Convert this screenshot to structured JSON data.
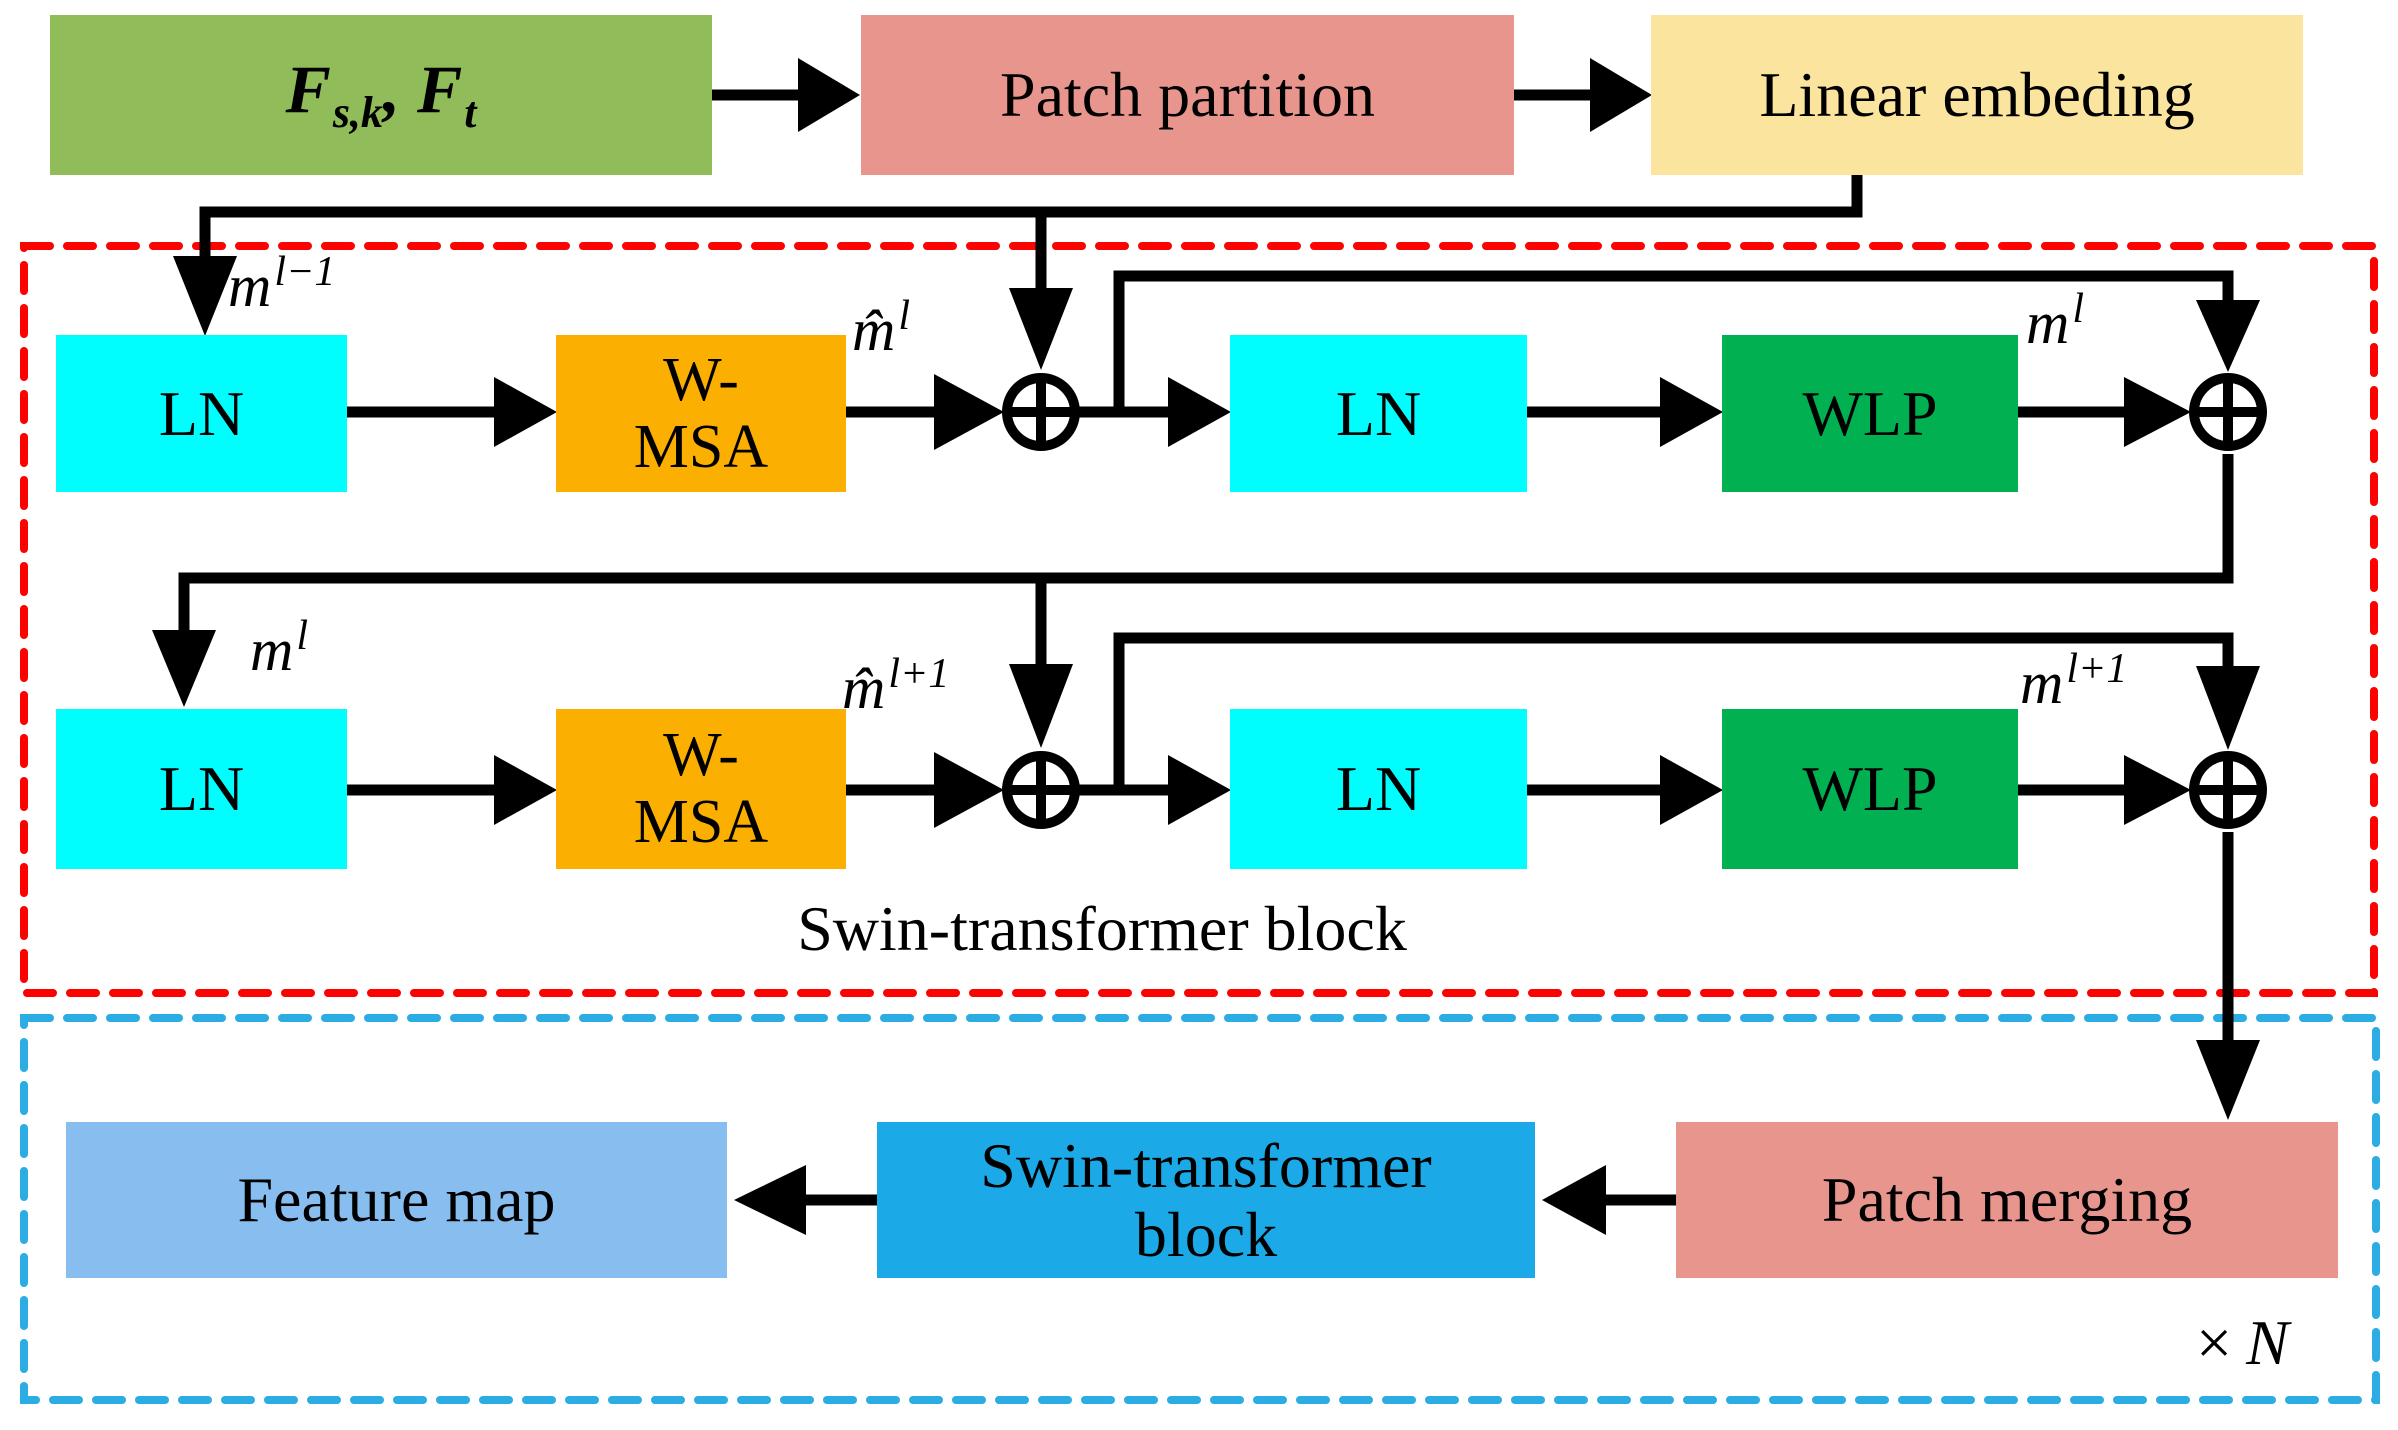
{
  "colors": {
    "input_green": "#90BC59",
    "salmon": "#E8958E",
    "yellow": "#FBE49E",
    "cyan": "#00FEFE",
    "orange": "#FBAF00",
    "wlp_green": "#01B050",
    "feature_blue": "#88BEEF",
    "swin_blue": "#1CA9E8",
    "red_dash": "#FA0300",
    "blue_dash": "#2BACE2"
  },
  "top_row": {
    "input": {
      "f1": "F",
      "sub1": "s,k",
      "sep": ", ",
      "f2": "F",
      "sub2": "t"
    },
    "patch_partition": "Patch partition",
    "linear_embedding": "Linear embeding"
  },
  "swin_block": {
    "caption": "Swin-transformer block",
    "ln": "LN",
    "wmsa_line1": "W-",
    "wmsa_line2": "MSA",
    "wlp": "WLP",
    "labels": {
      "m_prev": {
        "base": "m",
        "sup": "l−1"
      },
      "m_hat": {
        "base": "m̂",
        "sup": "l"
      },
      "m_cur": {
        "base": "m",
        "sup": "l"
      },
      "m_cur_feed": {
        "base": "m",
        "sup": "l"
      },
      "m_hat_next": {
        "base": "m̂",
        "sup": "l+1"
      },
      "m_next": {
        "base": "m",
        "sup": "l+1"
      }
    }
  },
  "stage": {
    "feature_map": "Feature map",
    "swin_line1": "Swin-transformer",
    "swin_line2": "block",
    "patch_merging": "Patch merging",
    "repeat": {
      "times": "×",
      "var": "N"
    }
  }
}
